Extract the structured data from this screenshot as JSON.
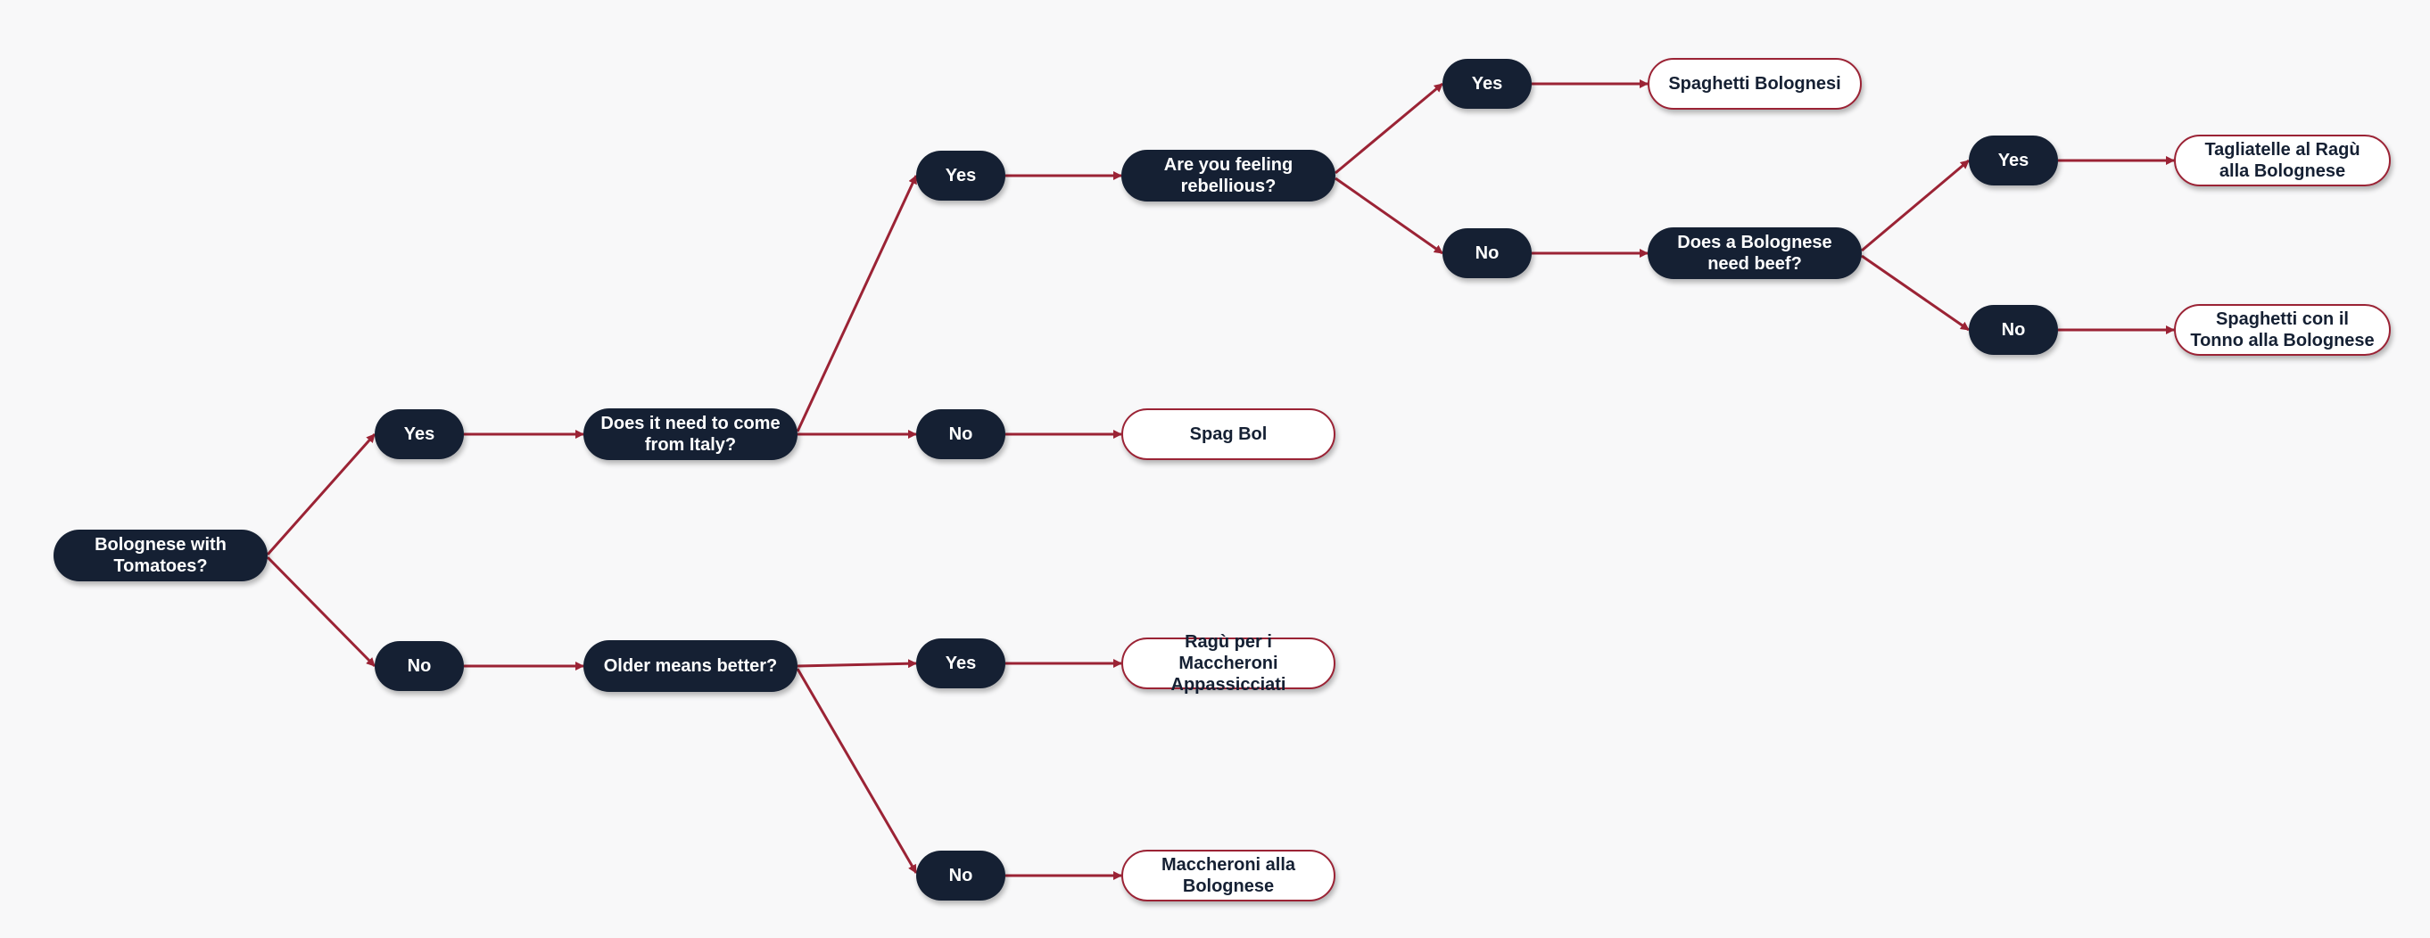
{
  "nodes": {
    "root": "Bolognese with Tomatoes?",
    "root_yes": "Yes",
    "root_no": "No",
    "italy_q": "Does it need to come from Italy?",
    "older_q": "Older means better?",
    "italy_yes": "Yes",
    "italy_no": "No",
    "older_yes": "Yes",
    "older_no": "No",
    "rebel_q": "Are you feeling rebellious?",
    "spag_bol": "Spag Bol",
    "ragu_maccheroni": "Ragù per i Maccheroni Appassicciati",
    "maccheroni_bolognese": "Maccheroni alla Bolognese",
    "rebel_yes": "Yes",
    "rebel_no": "No",
    "spaghetti_bolognesi": "Spaghetti Bolognesi",
    "beef_q": "Does a Bolognese need beef?",
    "beef_yes": "Yes",
    "beef_no": "No",
    "tagliatelle": "Tagliatelle al Ragù alla Bolognese",
    "tonno": "Spaghetti con il Tonno alla Bolognese"
  },
  "colors": {
    "decision_fill": "#152033",
    "outcome_border": "#9b2335",
    "edge": "#9b2335",
    "background": "#f8f8f9"
  }
}
